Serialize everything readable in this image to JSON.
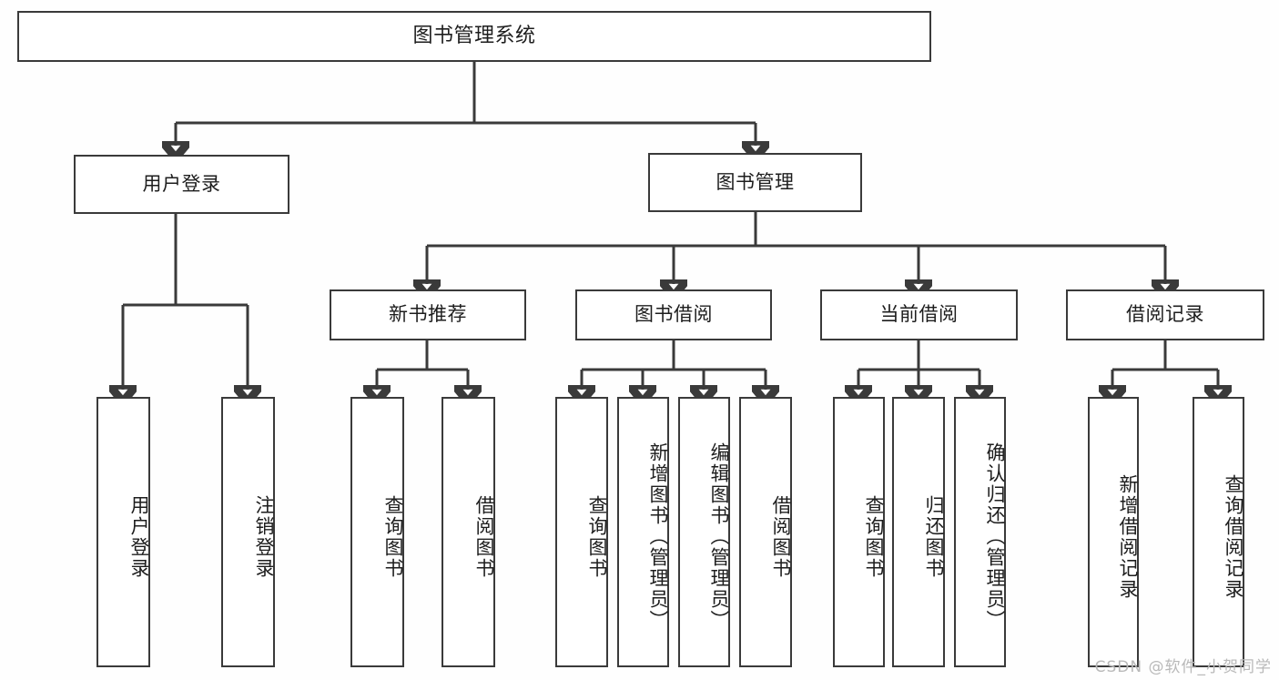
{
  "diagram": {
    "title": "图书管理系统",
    "type": "tree-hierarchy",
    "watermark": "CSDN @软件_小贺同学",
    "colors": {
      "background": "#fefefe",
      "box_fill": "#ffffff",
      "line": "#3a3a3a",
      "text": "#1d1d1d",
      "watermark": "#b9b9b9"
    },
    "root": {
      "label": "图书管理系统"
    },
    "level2": [
      {
        "label": "用户登录"
      },
      {
        "label": "图书管理"
      }
    ],
    "level3": [
      {
        "label": "新书推荐"
      },
      {
        "label": "图书借阅"
      },
      {
        "label": "当前借阅"
      },
      {
        "label": "借阅记录"
      }
    ],
    "leaves": {
      "user_login": [
        {
          "label": "用户登录"
        },
        {
          "label": "注销登录"
        }
      ],
      "new_book": [
        {
          "label": "查询图书"
        },
        {
          "label": "借阅图书"
        }
      ],
      "book_borrow": [
        {
          "label": "查询图书"
        },
        {
          "label": "新增图书（管理员）"
        },
        {
          "label": "编辑图书（管理员）"
        },
        {
          "label": "借阅图书"
        }
      ],
      "current_borrow": [
        {
          "label": "查询图书"
        },
        {
          "label": "归还图书"
        },
        {
          "label": "确认归还（管理员）"
        }
      ],
      "borrow_record": [
        {
          "label": "新增借阅记录"
        },
        {
          "label": "查询借阅记录"
        }
      ]
    }
  }
}
